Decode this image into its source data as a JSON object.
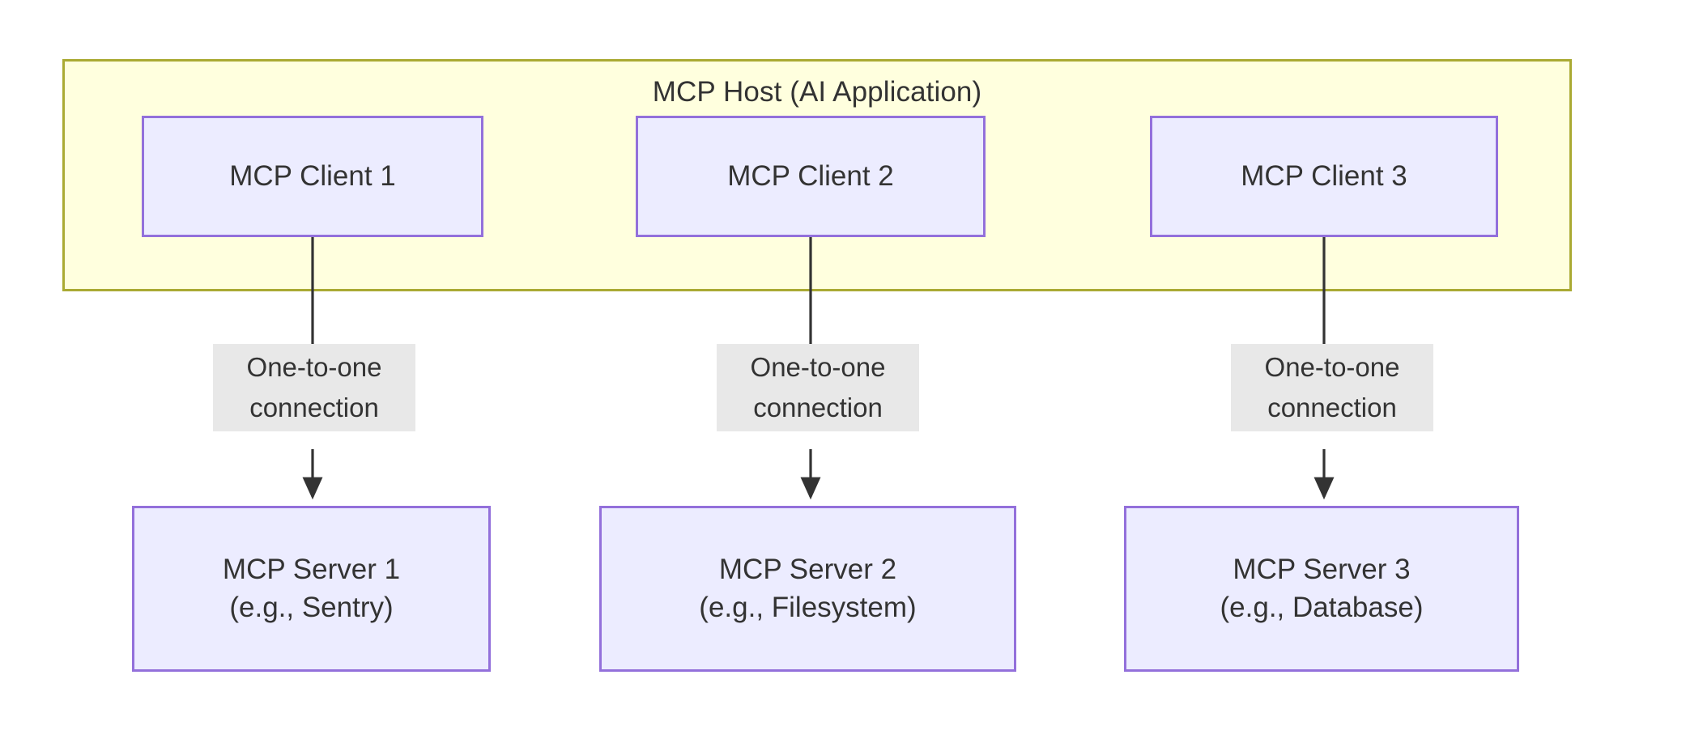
{
  "diagram": {
    "type": "flowchart",
    "direction": "top-down",
    "title": "MCP Host (AI Application)",
    "background": "#ffffff",
    "colors": {
      "host_fill": "#ffffde",
      "host_stroke": "#aaaa33",
      "node_fill": "#ececff",
      "node_stroke": "#9370db",
      "edge_stroke": "#333333",
      "edge_label_fill": "#e8e8e8",
      "text": "#333333"
    }
  },
  "host": {
    "title": "MCP Host (AI Application)",
    "clients": [
      {
        "id": "client-1",
        "label": "MCP Client 1"
      },
      {
        "id": "client-2",
        "label": "MCP Client 2"
      },
      {
        "id": "client-3",
        "label": "MCP Client 3"
      }
    ]
  },
  "servers": [
    {
      "id": "server-1",
      "label": "MCP Server 1\n(e.g., Sentry)",
      "name": "MCP Server 1",
      "example": "(e.g., Sentry)"
    },
    {
      "id": "server-2",
      "label": "MCP Server 2\n(e.g., Filesystem)",
      "name": "MCP Server 2",
      "example": "(e.g., Filesystem)"
    },
    {
      "id": "server-3",
      "label": "MCP Server 3\n(e.g., Database)",
      "name": "MCP Server 3",
      "example": "(e.g., Database)"
    }
  ],
  "edges": [
    {
      "id": "edge-1",
      "from": "client-1",
      "to": "server-1",
      "label": "One-to-one\nconnection",
      "arrow": "solid-triangle"
    },
    {
      "id": "edge-2",
      "from": "client-2",
      "to": "server-2",
      "label": "One-to-one\nconnection",
      "arrow": "solid-triangle"
    },
    {
      "id": "edge-3",
      "from": "client-3",
      "to": "server-3",
      "label": "One-to-one\nconnection",
      "arrow": "solid-triangle"
    }
  ]
}
